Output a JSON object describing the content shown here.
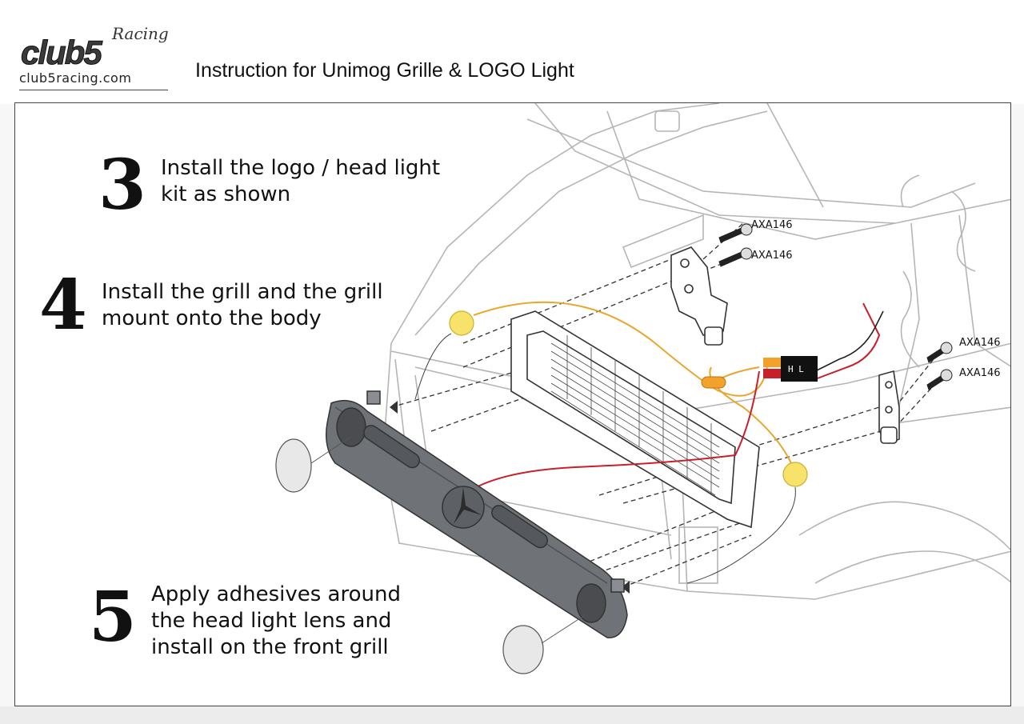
{
  "brand": {
    "script": "Racing",
    "wordmark": "club5",
    "url": "club5racing.com"
  },
  "title": "Instruction for Unimog Grille & LOGO Light",
  "steps": [
    {
      "number": "3",
      "text": "Install the logo / head light\nkit as shown"
    },
    {
      "number": "4",
      "text": "Install the grill and the grill\nmount onto the body"
    },
    {
      "number": "5",
      "text": "Apply adhesives around\nthe head light lens and\ninstall on the front grill"
    }
  ],
  "parts": [
    {
      "label": "AXA146"
    },
    {
      "label": "AXA146"
    },
    {
      "label": "AXA146"
    },
    {
      "label": "AXA146"
    }
  ],
  "connector": {
    "label": "H L"
  },
  "colors": {
    "led": "#f7e36a",
    "wire_yellow": "#e9a62b",
    "wire_red": "#c8202a",
    "line": "#8a8a8a",
    "grille": "#6f7276"
  }
}
